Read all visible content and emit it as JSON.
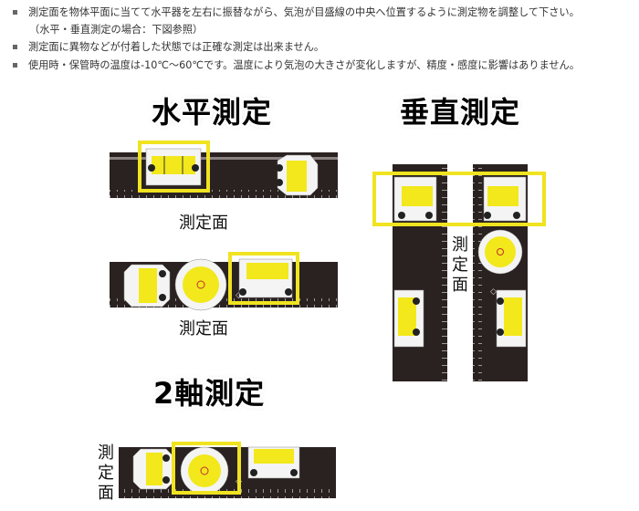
{
  "notes": [
    {
      "text": "測定面を物体平面に当てて水平器を左右に振替ながら、気泡が目盛線の中央へ位置するように測定物を調整して下さい。",
      "sub": "（水平・垂直測定の場合：下図参照）"
    },
    {
      "text": "測定面に異物などが付着した状態では正確な測定は出来ません。"
    },
    {
      "text": "使用時・保管時の温度は-10℃～60℃です。温度により気泡の大きさが変化しますが、精度・感度に影響はありません。"
    }
  ],
  "sections": {
    "horizontal": {
      "title": "水平測定",
      "surface_label_1": "測定面",
      "surface_label_2": "測定面"
    },
    "vertical": {
      "title": "垂直測定",
      "surface_label": "測定面"
    },
    "two_axis": {
      "title": "2軸測定",
      "surface_label": "測定面"
    }
  },
  "colors": {
    "body": "#2a2220",
    "vial": "#f2e81b",
    "highlight": "#f0e320",
    "rule": "#8c8c8c"
  }
}
